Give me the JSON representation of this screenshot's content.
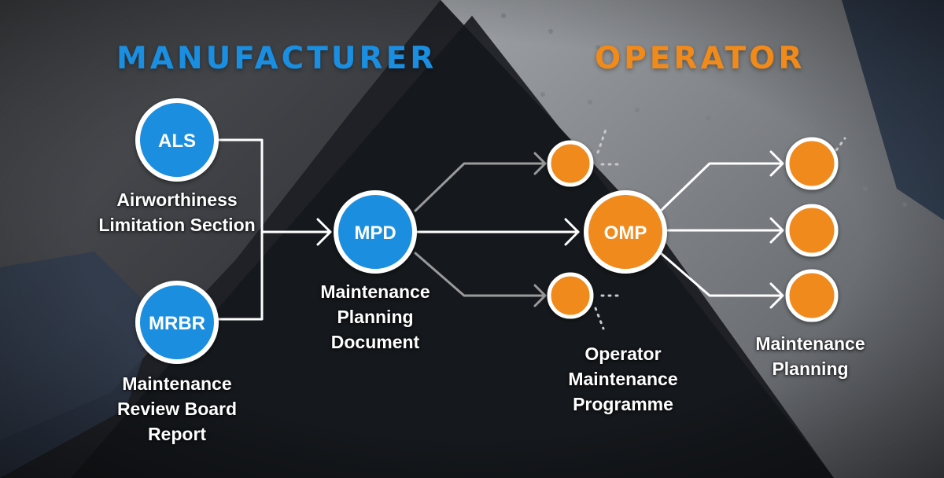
{
  "headings": {
    "manufacturer": "MANUFACTURER",
    "operator": "OPERATOR"
  },
  "nodes": {
    "als": {
      "abbr": "ALS",
      "label": "Airworthiness Limitation Section"
    },
    "mrbr": {
      "abbr": "MRBR",
      "label": "Maintenance Review Board Report"
    },
    "mpd": {
      "abbr": "MPD",
      "label": "Maintenance Planning Document"
    },
    "omp": {
      "abbr": "OMP",
      "label": "Operator Maintenance Programme"
    },
    "maintenance_planning": {
      "label": "Maintenance Planning"
    }
  },
  "colors": {
    "manufacturer_blue": "#1a8ee0",
    "operator_orange": "#f08a1a",
    "connector_white": "#ffffff",
    "connector_grey": "#9a9a9a"
  },
  "icons": {
    "arrow": "arrowhead-icon",
    "dots": "ellipsis-dots-icon"
  }
}
